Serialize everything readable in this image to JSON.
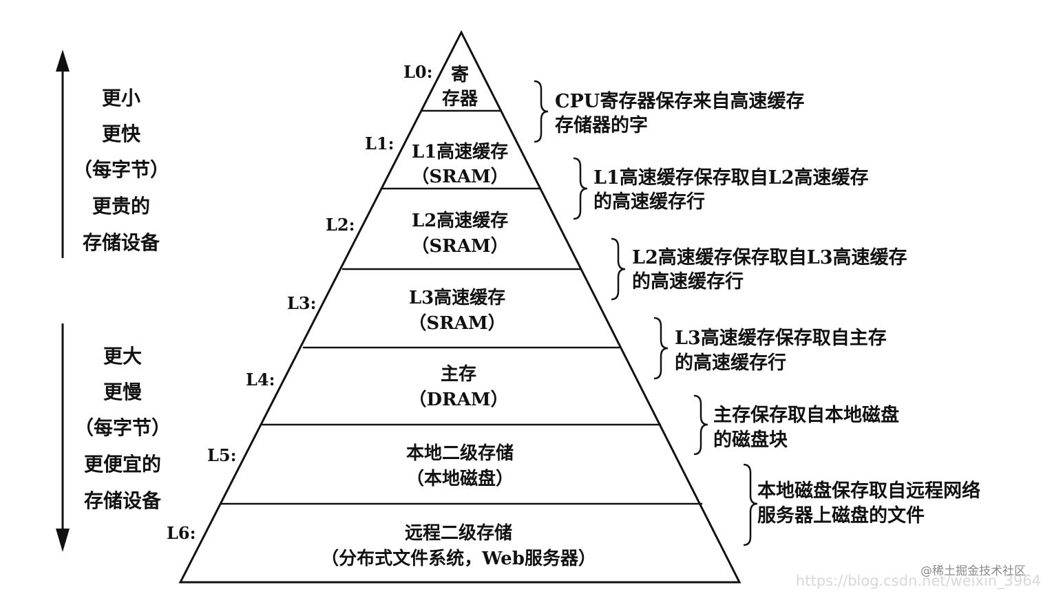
{
  "top_side": {
    "lines": [
      "更小",
      "更快",
      "（每字节）",
      "更贵的",
      "存储设备"
    ]
  },
  "bottom_side": {
    "lines": [
      "更大",
      "更慢",
      "（每字节）",
      "更便宜的",
      "存储设备"
    ]
  },
  "levels": [
    {
      "label": "L0:",
      "lines": [
        "寄",
        "存器"
      ]
    },
    {
      "label": "L1:",
      "lines": [
        "L1高速缓存",
        "（SRAM）"
      ]
    },
    {
      "label": "L2:",
      "lines": [
        "L2高速缓存",
        "（SRAM）"
      ]
    },
    {
      "label": "L3:",
      "lines": [
        "L3高速缓存",
        "（SRAM）"
      ]
    },
    {
      "label": "L4:",
      "lines": [
        "主存",
        "（DRAM）"
      ]
    },
    {
      "label": "L5:",
      "lines": [
        "本地二级存储",
        "（本地磁盘）"
      ]
    },
    {
      "label": "L6:",
      "lines": [
        "远程二级存储",
        "（分布式文件系统，Web服务器）"
      ]
    }
  ],
  "notes": [
    {
      "lines": [
        "CPU寄存器保存来自高速缓存",
        "存储器的字"
      ]
    },
    {
      "lines": [
        "L1高速缓存保存取自L2高速缓存",
        "的高速缓存行"
      ]
    },
    {
      "lines": [
        "L2高速缓存保存取自L3高速缓存",
        "的高速缓存行"
      ]
    },
    {
      "lines": [
        "L3高速缓存保存取自主存",
        "的高速缓存行"
      ]
    },
    {
      "lines": [
        "主存保存取自本地磁盘",
        "的磁盘块"
      ]
    },
    {
      "lines": [
        "本地磁盘保存取自远程网络",
        "服务器上磁盘的文件"
      ]
    }
  ],
  "watermark": {
    "site": "@稀土掘金技术社区",
    "url": "https://blog.csdn.net/weixin_3964"
  }
}
